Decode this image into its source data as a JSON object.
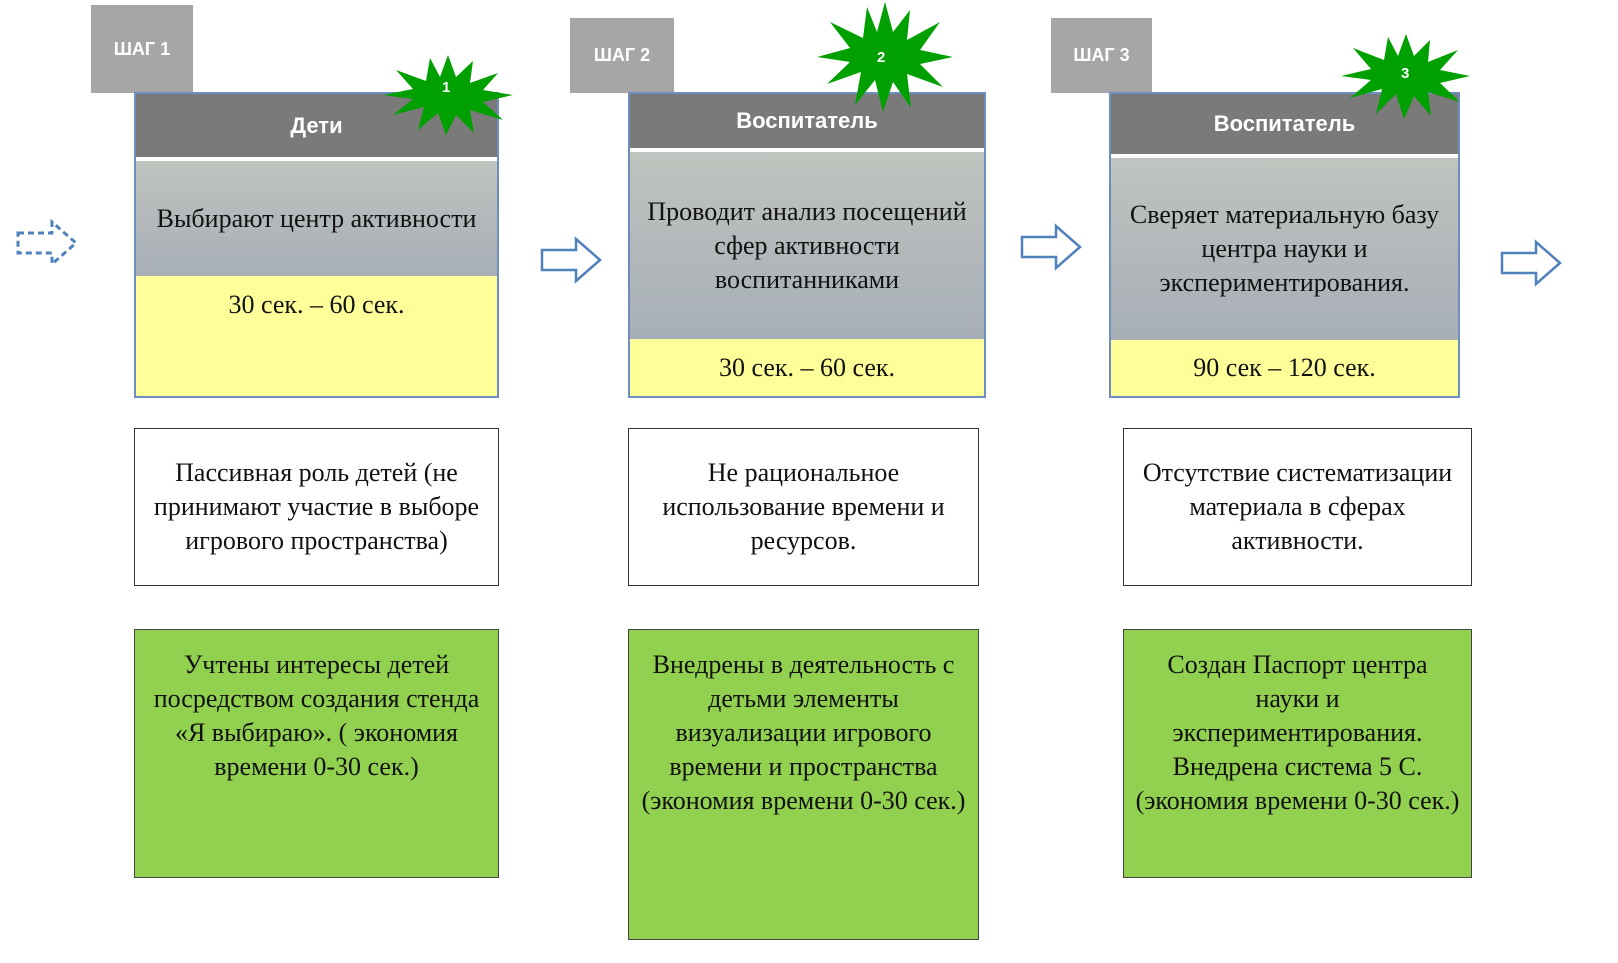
{
  "steps": [
    {
      "tab": "ШАГ 1",
      "burst": "1",
      "actor": "Дети",
      "action": "Выбирают центр активности",
      "time": "30 сек. – 60 сек.",
      "problem": "Пассивная роль детей (не принимают участие в выборе игрового пространства)",
      "solution": "Учтены интересы детей посредством создания стенда «Я выбираю». ( экономия времени 0-30 сек.)"
    },
    {
      "tab": "ШАГ 2",
      "burst": "2",
      "actor": "Воспитатель",
      "action": "Проводит анализ посещений сфер активности воспитанниками",
      "time": "30 сек. – 60 сек.",
      "problem": "Не рациональное использование времени и ресурсов.",
      "solution": "Внедрены в деятельность с детьми элементы визуализации игрового времени и пространства (экономия времени 0-30 сек.)"
    },
    {
      "tab": "ШАГ 3",
      "burst": "3",
      "actor": "Воспитатель",
      "action": "Сверяет материальную базу центра науки и экспериментирования.",
      "time": "90 сек – 120 сек.",
      "problem": "Отсутствие систематизации материала в сферах активности.",
      "solution": "Создан Паспорт центра науки и экспериментирования. Внедрена система 5 С. (экономия времени 0-30 сек.)"
    }
  ],
  "colors": {
    "tab": "#a6a6a6",
    "header": "#7a7a7a",
    "time_band": "#ffff9a",
    "solution": "#92d050",
    "burst": "#00a000",
    "arrow": "#4f81bd"
  }
}
